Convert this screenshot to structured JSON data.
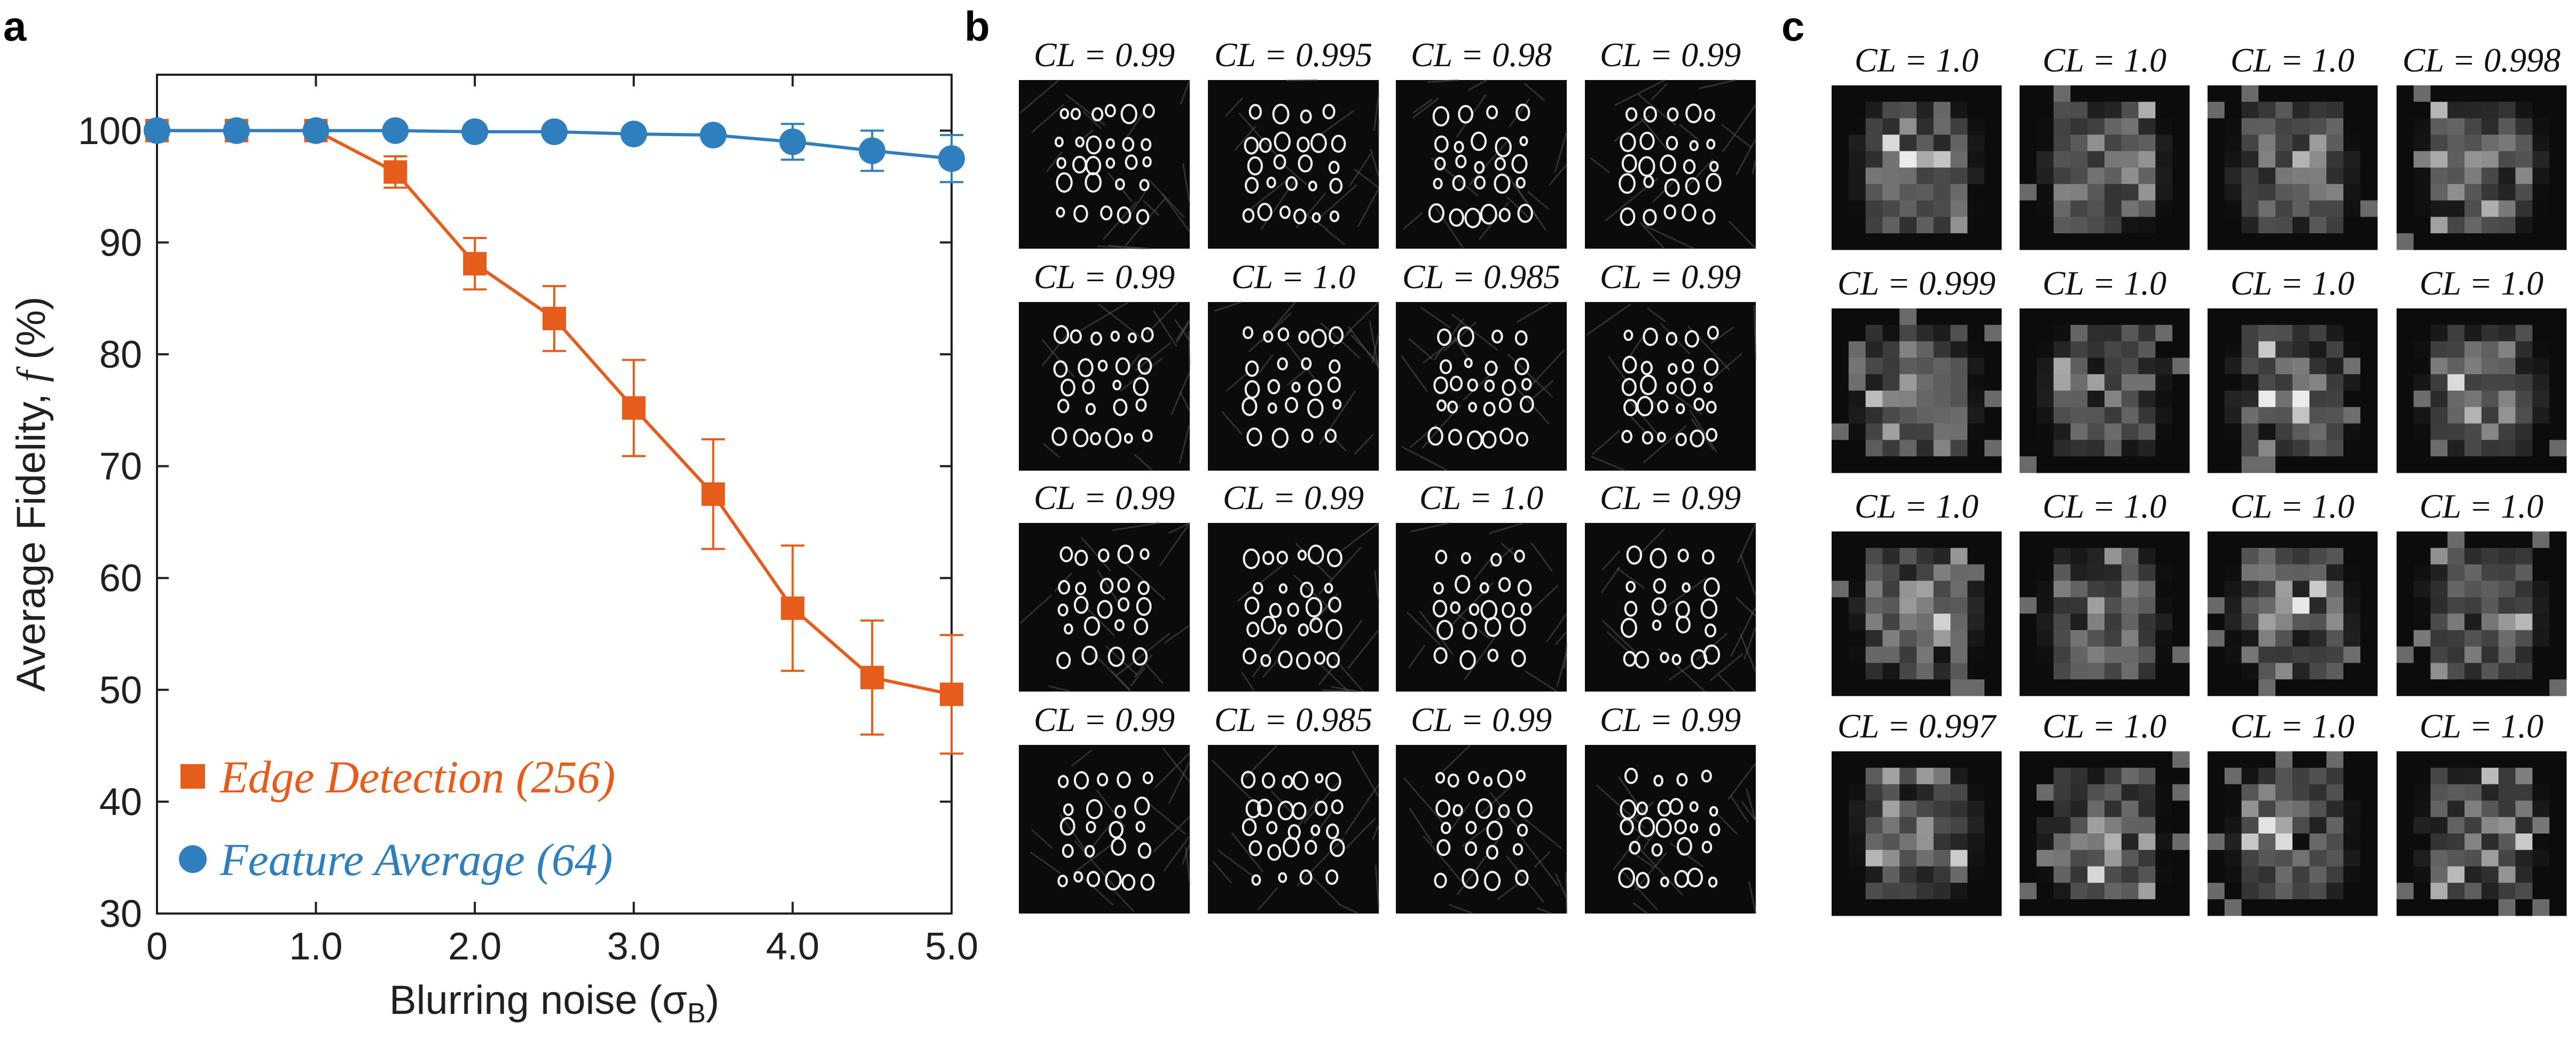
{
  "panels": {
    "a": "a",
    "b": "b",
    "c": "c"
  },
  "chart_data": {
    "type": "line",
    "xlabel": "Blurring noise (σB)",
    "ylabel": "Average Fidelity, f (%)",
    "xlim": [
      0,
      5.0
    ],
    "ylim": [
      30,
      105
    ],
    "x_ticks": [
      0,
      1.0,
      2.0,
      3.0,
      4.0,
      5.0
    ],
    "x_tick_labels": [
      "0",
      "1.0",
      "2.0",
      "3.0",
      "4.0",
      "5.0"
    ],
    "y_ticks": [
      30,
      40,
      50,
      60,
      70,
      80,
      90,
      100
    ],
    "y_tick_labels": [
      "30",
      "40",
      "50",
      "60",
      "70",
      "80",
      "90",
      "100"
    ],
    "grid": false,
    "legend_position": "bottom-left",
    "series": [
      {
        "name": "Edge Detection (256)",
        "color": "#e65c1b",
        "marker": "square",
        "x": [
          0,
          0.5,
          1.0,
          1.5,
          2.0,
          2.5,
          3.0,
          3.5,
          4.0,
          4.5,
          5.0
        ],
        "y": [
          100,
          100,
          100,
          96.3,
          88.1,
          83.2,
          75.2,
          67.5,
          57.3,
          51.1,
          49.6
        ],
        "err": [
          0.3,
          0.3,
          0.3,
          1.4,
          2.3,
          2.9,
          4.3,
          4.9,
          5.6,
          5.1,
          5.3
        ]
      },
      {
        "name": "Feature Average (64)",
        "color": "#2f7fbe",
        "marker": "circle",
        "x": [
          0,
          0.5,
          1.0,
          1.5,
          2.0,
          2.5,
          3.0,
          3.5,
          4.0,
          4.5,
          5.0
        ],
        "y": [
          100,
          100,
          100,
          100,
          99.9,
          99.9,
          99.7,
          99.6,
          99.0,
          98.2,
          97.5
        ],
        "err": [
          0,
          0,
          0,
          0,
          0,
          0,
          0,
          0,
          1.6,
          1.8,
          2.1
        ]
      }
    ]
  },
  "panel_b": {
    "labels": [
      "CL = 0.99",
      "CL = 0.995",
      "CL = 0.98",
      "CL = 0.99",
      "CL = 0.99",
      "CL = 1.0",
      "CL = 0.985",
      "CL = 0.99",
      "CL = 0.99",
      "CL = 0.99",
      "CL = 1.0",
      "CL = 0.99",
      "CL = 0.99",
      "CL = 0.985",
      "CL = 0.99",
      "CL = 0.99"
    ]
  },
  "panel_c": {
    "labels": [
      "CL = 1.0",
      "CL = 1.0",
      "CL = 1.0",
      "CL = 0.998",
      "CL = 0.999",
      "CL = 1.0",
      "CL = 1.0",
      "CL = 1.0",
      "CL = 1.0",
      "CL = 1.0",
      "CL = 1.0",
      "CL = 1.0",
      "CL = 0.997",
      "CL = 1.0",
      "CL = 1.0",
      "CL = 1.0"
    ]
  }
}
